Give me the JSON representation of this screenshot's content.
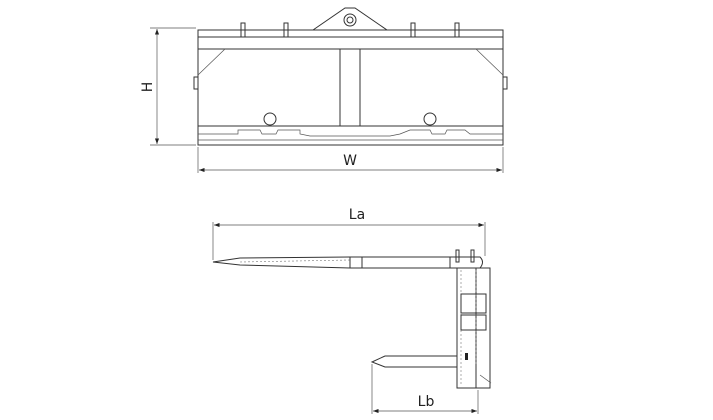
{
  "dimensions": {
    "height": "H",
    "width": "W",
    "long_fork_length": "La",
    "short_fork_length": "Lb"
  },
  "colors": {
    "line": "#333333",
    "background": "#ffffff"
  }
}
